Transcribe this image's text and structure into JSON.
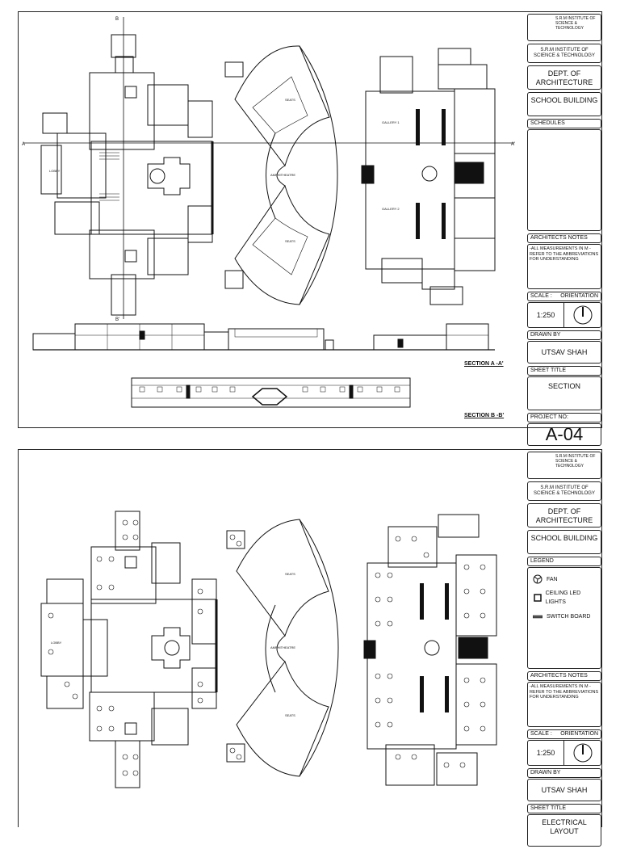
{
  "sheet1": {
    "titleblock": {
      "logo_text": "S.R.M INSTITUTE OF SCIENCE & TECHNOLOGY",
      "institute": "S.R.M INSTITUTE OF SCIENCE & TECHNOLOGY",
      "department": "DEPT. OF ARCHITECTURE",
      "project": "SCHOOL BUILDING",
      "schedules_label": "SCHEDULES",
      "notes_label": "ARCHITECTS NOTES",
      "notes_text": "-ALL MEASUREMENTS IN M -REFER TO THE ABBREVIATIONS FOR UNDERSTANDING",
      "scale_label": "SCALE :",
      "orientation_label": "ORIENTATION",
      "scale_value": "1:250",
      "drawn_by_label": "DRAWN BY",
      "drawn_by": "UTSAV SHAH",
      "sheet_title_label": "SHEET TITLE",
      "sheet_title": "SECTION",
      "project_no_label": "PROJECT NO:",
      "project_no": "A-04"
    },
    "drawing": {
      "section_a_label": "SECTION A -A'",
      "section_b_label": "SECTION B -B'",
      "section_marker_a": "A",
      "section_marker_a2": "A'",
      "section_marker_b": "B",
      "section_marker_b2": "B'",
      "rooms": {
        "lobby": "LOBBY",
        "gallery1": "GALLERY 1",
        "gallery2": "GALLERY 2",
        "amphitheatre": "AMPHITHEATRE",
        "seats_top": "SEATS",
        "seats_bottom": "SEATS"
      }
    }
  },
  "sheet2": {
    "titleblock": {
      "logo_text": "S.R.M INSTITUTE OF SCIENCE & TECHNOLOGY",
      "institute": "S.R.M INSTITUTE OF SCIENCE & TECHNOLOGY",
      "department": "DEPT. OF ARCHITECTURE",
      "project": "SCHOOL BUILDING",
      "legend_label": "LEGEND",
      "legend_fan": "FAN",
      "legend_light": "CEILING LED LIGHTS",
      "legend_switch": "SWITCH BOARD",
      "notes_label": "ARCHITECTS NOTES",
      "notes_text": "-ALL MEASUREMENTS IN M -REFER TO THE ABBREVIATIONS FOR UNDERSTANDING",
      "scale_label": "SCALE :",
      "orientation_label": "ORIENTATION",
      "scale_value": "1:250",
      "drawn_by_label": "DRAWN BY",
      "drawn_by": "UTSAV SHAH",
      "sheet_title_label": "SHEET TITLE",
      "sheet_title": "ELECTRICAL LAYOUT"
    },
    "drawing": {
      "rooms": {
        "lobby": "LOBBY",
        "amphitheatre": "AMPHITHEATRE",
        "seats_top": "SEATS",
        "seats_bottom": "SEATS"
      }
    }
  }
}
